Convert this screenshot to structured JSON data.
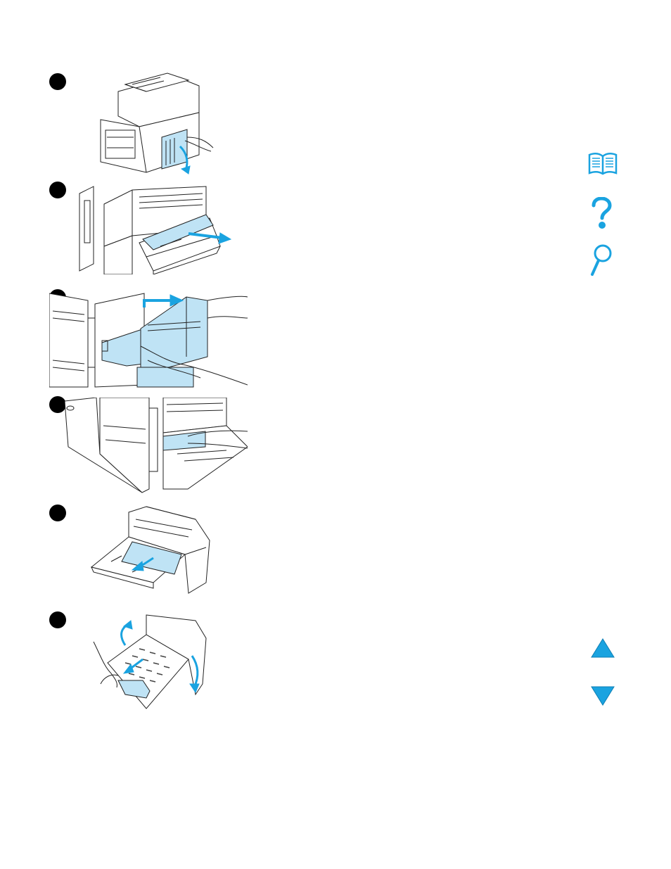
{
  "steps": [
    {
      "number": "",
      "illustration": "printer-open-rear-door"
    },
    {
      "number": "",
      "illustration": "pull-paper-from-output"
    },
    {
      "number": "",
      "illustration": "remove-duplex-unit"
    },
    {
      "number": "",
      "illustration": "remove-paper-from-duplex-slot"
    },
    {
      "number": "",
      "illustration": "pull-paper-from-duplex-tray"
    },
    {
      "number": "",
      "illustration": "open-duplex-cover-remove-paper"
    }
  ],
  "nav": {
    "contents_icon": "book-icon",
    "help_icon": "question-icon",
    "search_icon": "magnifier-icon",
    "prev_icon": "up-arrow-icon",
    "next_icon": "down-arrow-icon"
  },
  "colors": {
    "accent": "#1aa3e0",
    "highlight": "#bfe3f5",
    "line": "#222222",
    "badge": "#000000"
  }
}
